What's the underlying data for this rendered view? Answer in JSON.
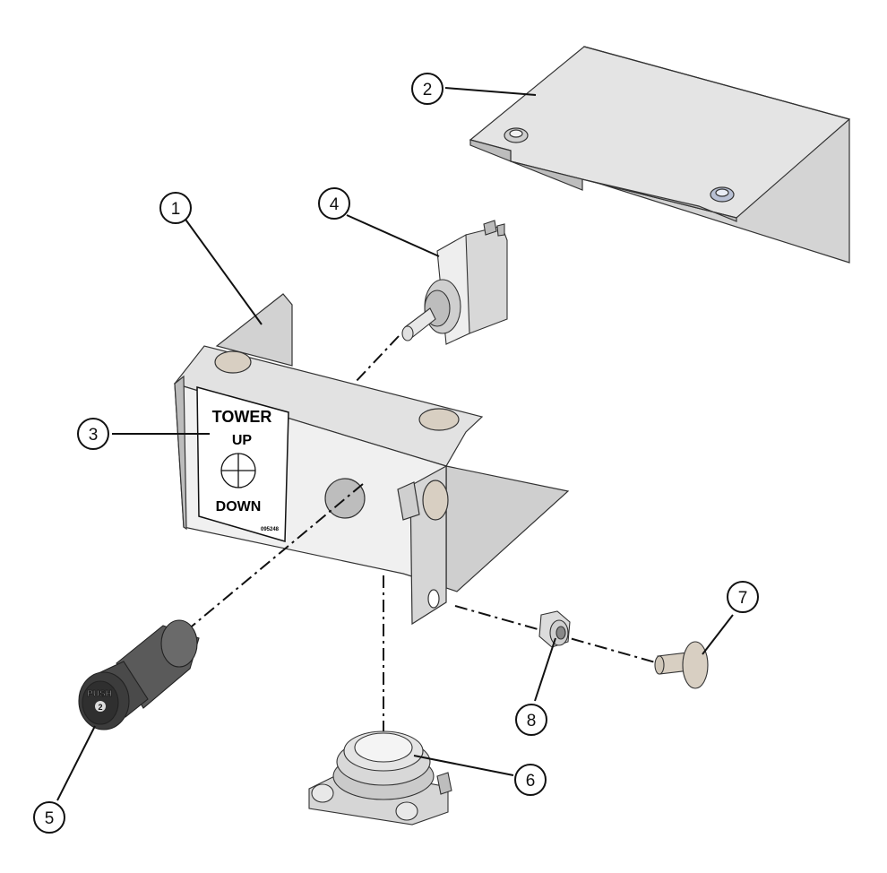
{
  "callouts": [
    {
      "id": "1",
      "label": "1"
    },
    {
      "id": "2",
      "label": "2"
    },
    {
      "id": "3",
      "label": "3"
    },
    {
      "id": "4",
      "label": "4"
    },
    {
      "id": "5",
      "label": "5"
    },
    {
      "id": "6",
      "label": "6"
    },
    {
      "id": "7",
      "label": "7"
    },
    {
      "id": "8",
      "label": "8"
    }
  ],
  "decal": {
    "line1": "TOWER",
    "line2": "UP",
    "line3": "DOWN",
    "part_number": "095248"
  },
  "push_button": {
    "top_text": "PUSH",
    "number": "2"
  },
  "colors": {
    "line": "#111111",
    "metal_light": "#e6e6e6",
    "metal_mid": "#cfcfcf",
    "metal_dark": "#9a9a9a",
    "background": "#ffffff"
  }
}
